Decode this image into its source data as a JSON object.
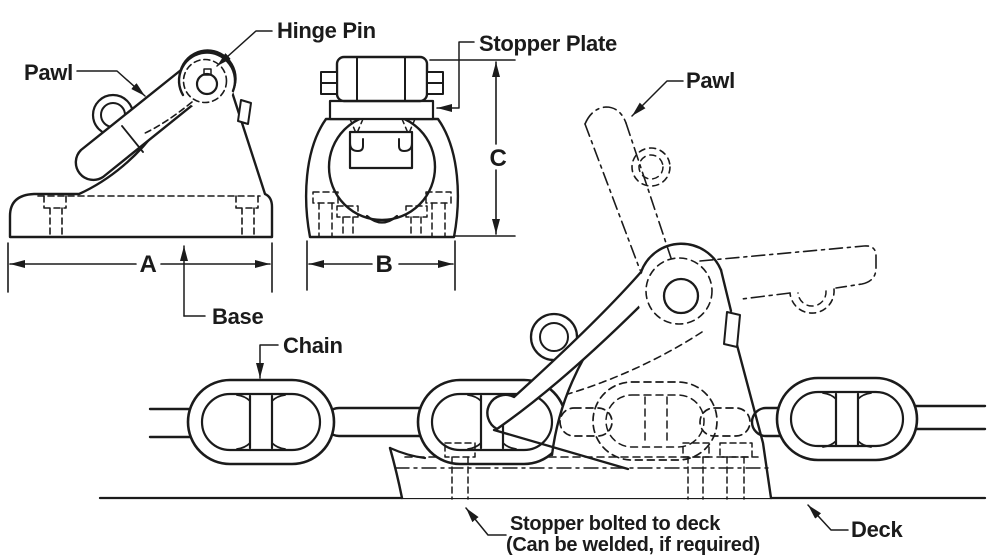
{
  "diagram": {
    "colors": {
      "line": "#1b1b1b",
      "background": "#ffffff"
    },
    "side_view": {
      "pawl": "Pawl",
      "hinge_pin": "Hinge Pin",
      "base": "Base",
      "dim_width": "A"
    },
    "front_view": {
      "stopper_plate": "Stopper Plate",
      "dim_width": "B",
      "dim_height": "C"
    },
    "installed_view": {
      "pawl": "Pawl",
      "chain": "Chain",
      "deck": "Deck",
      "note_line1": "Stopper bolted to deck",
      "note_line2": "(Can be welded, if required)"
    }
  }
}
